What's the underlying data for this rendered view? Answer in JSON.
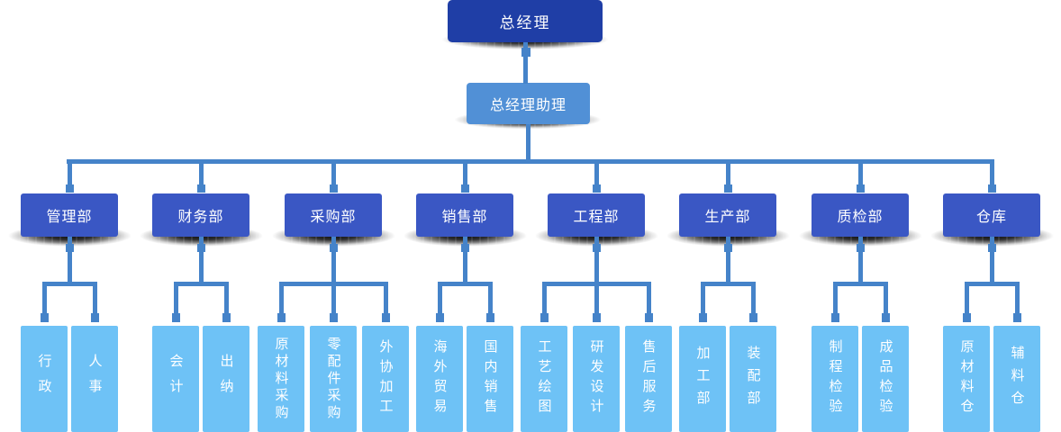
{
  "colors": {
    "root_box": "#1f3ea6",
    "assistant_box": "#5190d6",
    "department_box": "#3a57c4",
    "child_box": "#6ec2f6",
    "connector": "#4583c9",
    "label_text": "#ffffff"
  },
  "org": {
    "root_label": "总经理",
    "assistant_label": "总经理助理",
    "departments": [
      {
        "label": "管理部",
        "children": [
          "行政",
          "人事"
        ]
      },
      {
        "label": "财务部",
        "children": [
          "会计",
          "出纳"
        ]
      },
      {
        "label": "采购部",
        "children": [
          "原材料采购",
          "零配件采购",
          "外协加工"
        ]
      },
      {
        "label": "销售部",
        "children": [
          "海外贸易",
          "国内销售"
        ]
      },
      {
        "label": "工程部",
        "children": [
          "工艺绘图",
          "研发设计",
          "售后服务"
        ]
      },
      {
        "label": "生产部",
        "children": [
          "加工部",
          "装配部"
        ]
      },
      {
        "label": "质检部",
        "children": [
          "制程检验",
          "成品检验"
        ]
      },
      {
        "label": "仓库",
        "children": [
          "原材料仓",
          "辅料仓"
        ]
      }
    ]
  }
}
